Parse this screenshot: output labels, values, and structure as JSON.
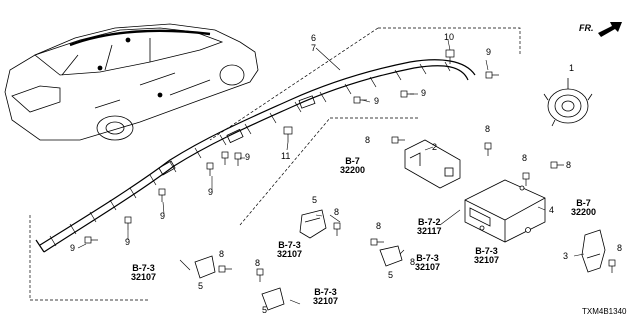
{
  "diagram_code": "TXM4B1340",
  "direction_label": "FR.",
  "part_numbers": {
    "p1": "1",
    "p2": "2",
    "p3": "3",
    "p4": "4",
    "p5a": "5",
    "p5b": "5",
    "p5c": "5",
    "p5d": "5",
    "p6": "6",
    "p7": "7",
    "p8a": "8",
    "p8b": "8",
    "p8c": "8",
    "p8d": "8",
    "p8e": "8",
    "p8f": "8",
    "p8g": "8",
    "p8h": "8",
    "p8i": "8",
    "p8j": "8",
    "p9a": "9",
    "p9b": "9",
    "p9c": "9",
    "p9d": "9",
    "p9e": "9",
    "p9f": "9",
    "p9g": "9",
    "p9h": "9",
    "p10": "10",
    "p11": "11"
  },
  "references": {
    "r1": {
      "ref": "B-7",
      "code": "32200"
    },
    "r2": {
      "ref": "B-7-2",
      "code": "32117"
    },
    "r3": {
      "ref": "B-7-3",
      "code": "32107"
    },
    "r4": {
      "ref": "B-7-3",
      "code": "32107"
    },
    "r5": {
      "ref": "B-7-3",
      "code": "32107"
    },
    "r6": {
      "ref": "B-7",
      "code": "32200"
    },
    "r7": {
      "ref": "B-7-3",
      "code": "32107"
    },
    "r8": {
      "ref": "B-7-3",
      "code": "32107"
    }
  }
}
